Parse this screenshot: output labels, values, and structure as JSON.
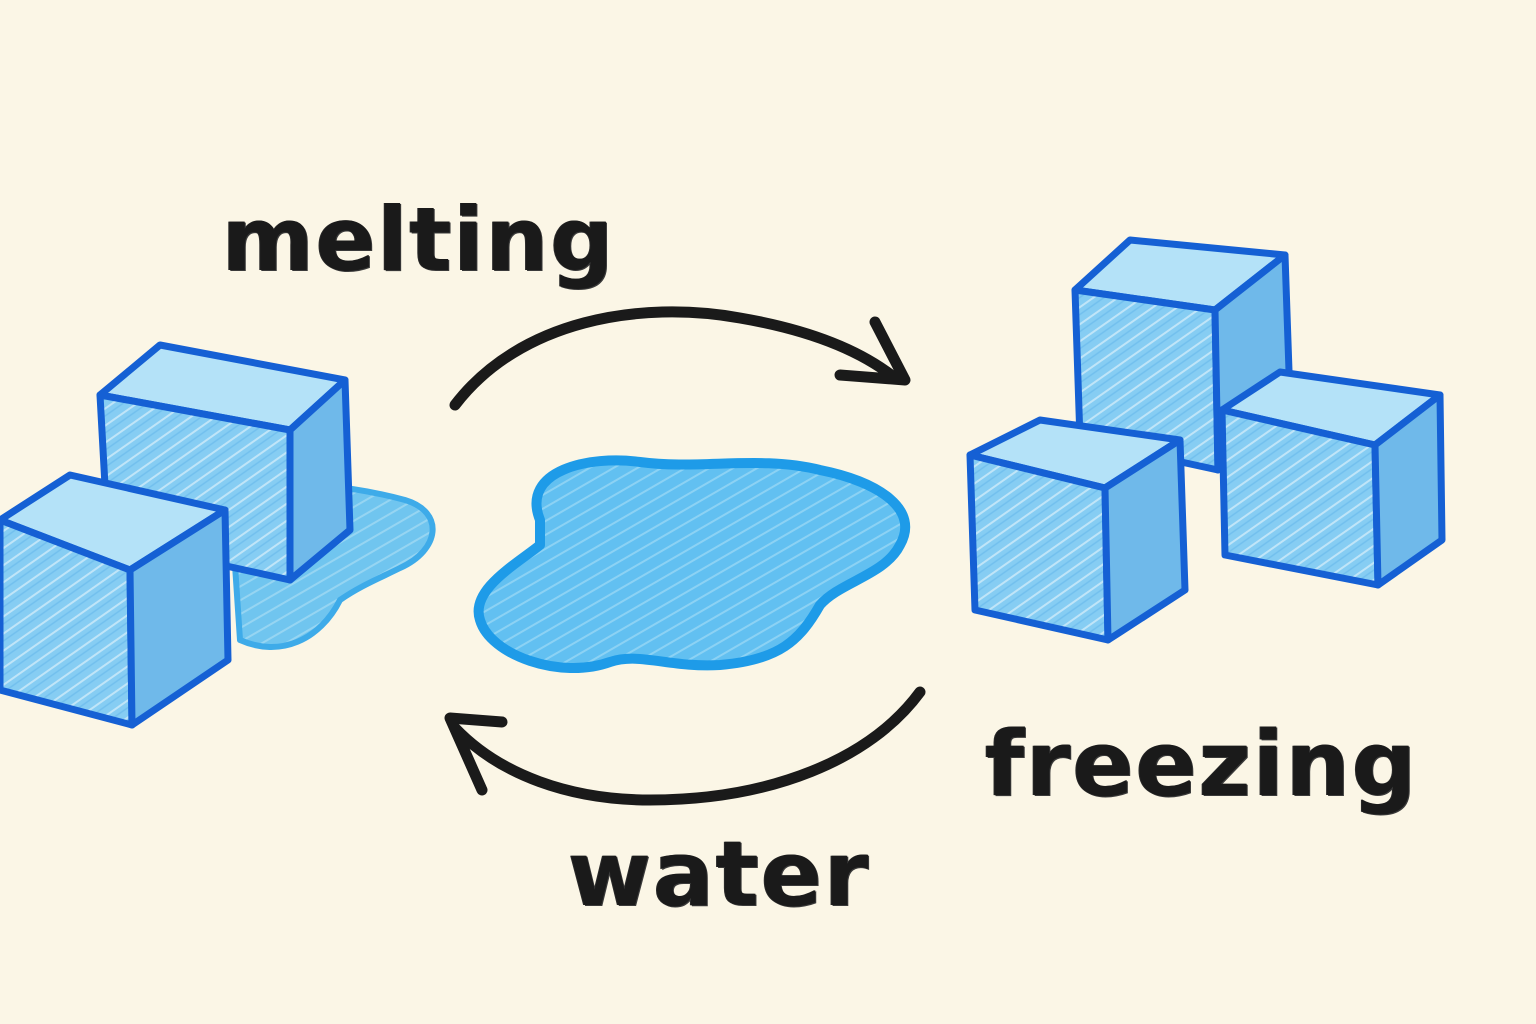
{
  "labels": {
    "melting": "melting",
    "freezing": "freezing",
    "water": "water"
  },
  "colors": {
    "background": "#fbf6e6",
    "ice_fill": "#7cc6f0",
    "ice_outline": "#1560d4",
    "water_fill": "#5cbdf0",
    "water_outline": "#1e9be8",
    "arrow": "#1a1a1a",
    "text": "#1a1a1a"
  },
  "icons": {
    "left_group": "melting-ice-cubes-icon",
    "center": "water-puddle-icon",
    "right_group": "ice-cubes-icon",
    "top_arrow": "curved-arrow-right-icon",
    "bottom_arrow": "curved-arrow-left-icon"
  }
}
